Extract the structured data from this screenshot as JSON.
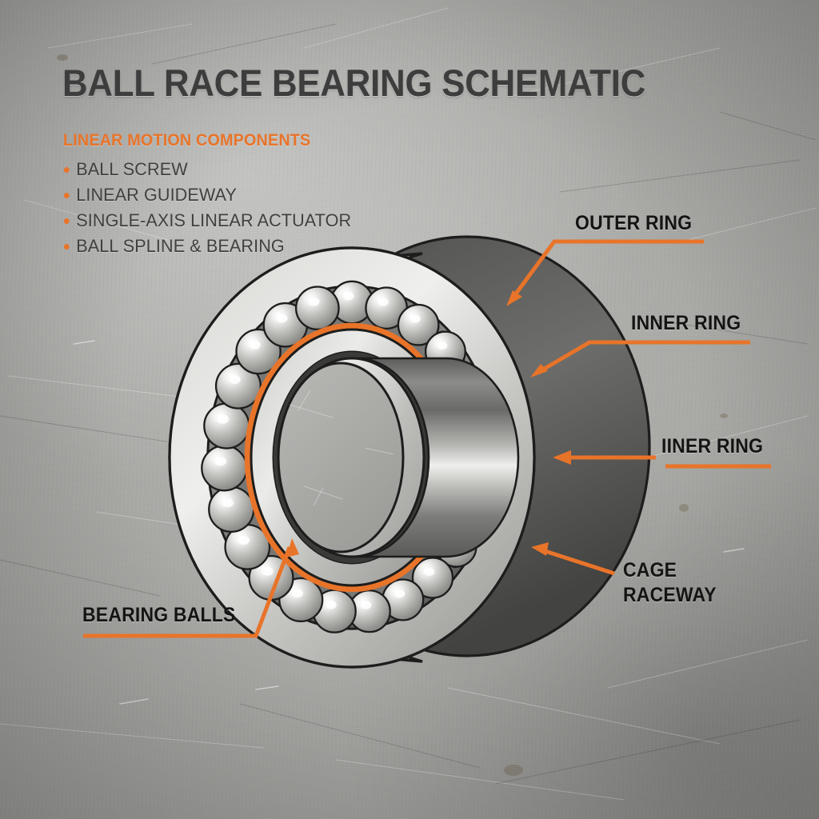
{
  "theme": {
    "accent_orange": "#E8742A",
    "title_color": "#3D3D3D",
    "label_color": "#141414",
    "background_color": "#A9A9A7",
    "metal_light": "#E8E8E6",
    "metal_mid": "#A0A09E",
    "metal_dark": "#5A5A58",
    "outline": "#1E1E1E"
  },
  "header": {
    "title": "BALL RACE BEARING SCHEMATIC",
    "subtitle": "LINEAR MOTION COMPONENTS"
  },
  "components_list": [
    {
      "label": "BALL SCREW"
    },
    {
      "label": "LINEAR GUIDEWAY"
    },
    {
      "label": "SINGLE-AXIS LINEAR ACTUATOR"
    },
    {
      "label": "BALL SPLINE & BEARING"
    }
  ],
  "callouts": [
    {
      "id": "outer-ring",
      "label": "OUTER RING",
      "lines": [
        "OUTER RING"
      ],
      "side": "right"
    },
    {
      "id": "inner-ring",
      "label": "INNER RING",
      "lines": [
        "INNER RING"
      ],
      "side": "right"
    },
    {
      "id": "iiner-ring",
      "label": "IINER RING",
      "lines": [
        "IINER RING"
      ],
      "side": "right"
    },
    {
      "id": "cage-raceway",
      "label": "CAGE RACEWAY",
      "lines": [
        "CAGE",
        "RACEWAY"
      ],
      "side": "right"
    },
    {
      "id": "bearing-balls",
      "label": "BEARING BALLS",
      "lines": [
        "BEARING BALLS"
      ],
      "side": "left"
    }
  ],
  "callout_text": {
    "outer_ring": "OUTER RING",
    "inner_ring": "INNER RING",
    "iiner_ring": "IINER RING",
    "cage_line1": "CAGE",
    "cage_line2": "RACEWAY",
    "bearing_balls": "BEARING BALLS"
  },
  "illustration": {
    "type": "ball-bearing-cutaway",
    "ball_count": 23,
    "parts": [
      "outer-ring",
      "inner-ring",
      "bearing-balls",
      "cage-raceway",
      "bore"
    ]
  }
}
